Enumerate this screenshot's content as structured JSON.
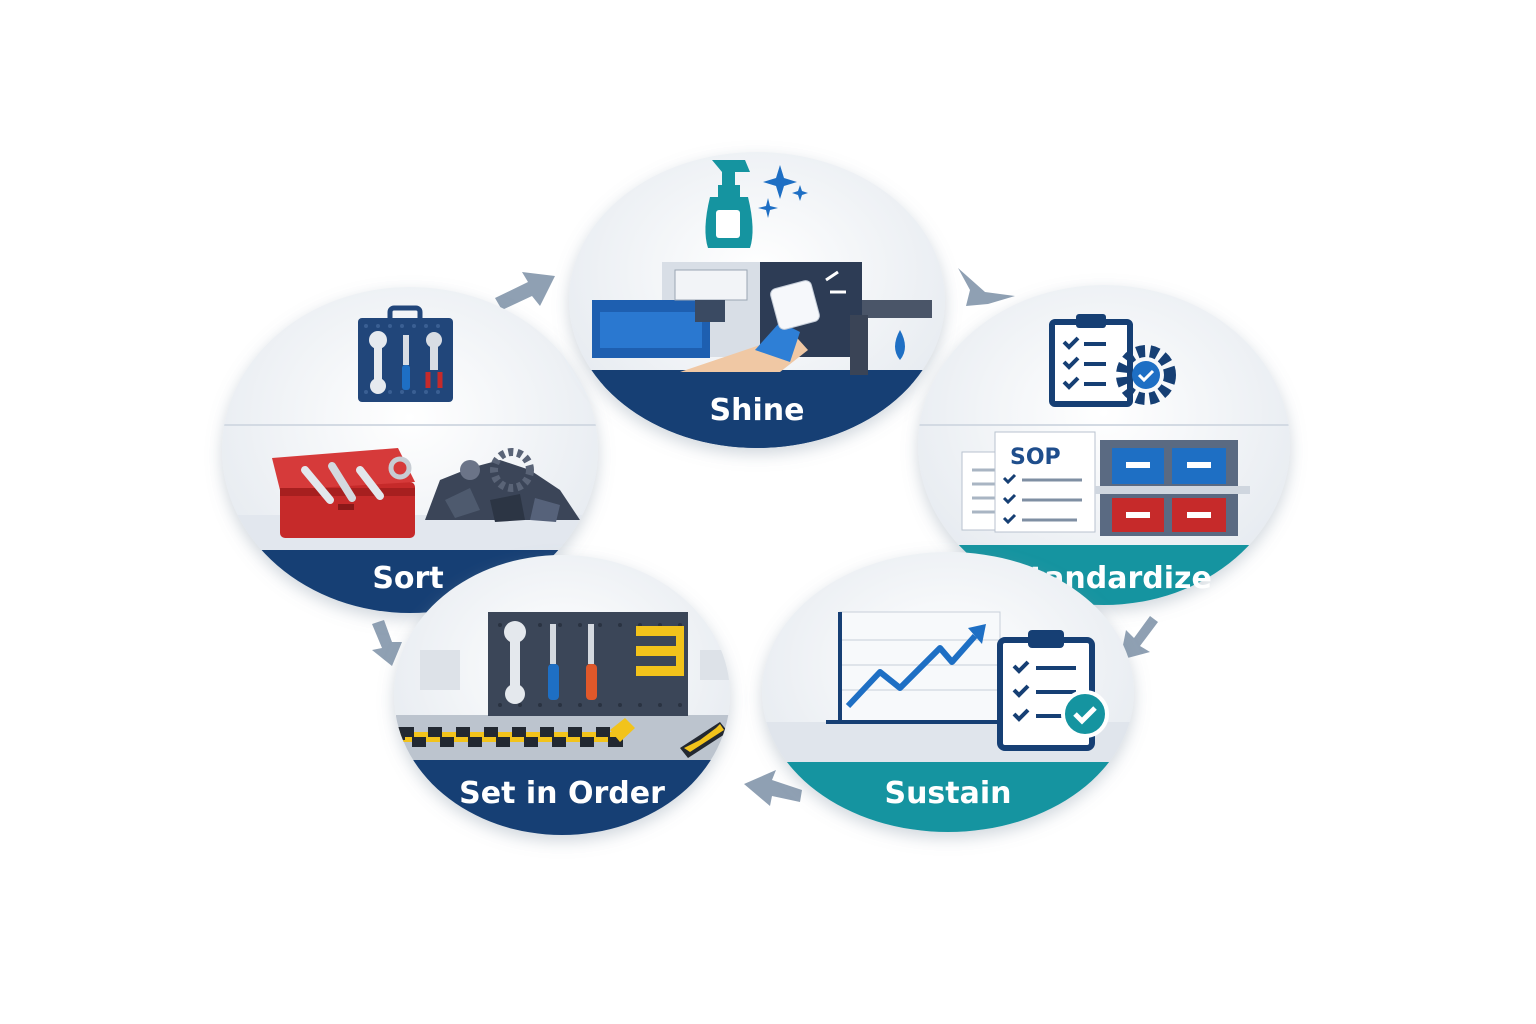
{
  "stages": {
    "sort": {
      "label": "Sort",
      "band_color": "#163f74"
    },
    "shine": {
      "label": "Shine",
      "band_color": "#163f74"
    },
    "standardize": {
      "label": "Standardize",
      "band_color": "#1594a0"
    },
    "sustain": {
      "label": "Sustain",
      "band_color": "#1594a0"
    },
    "set_in_order": {
      "label": "Set in Order",
      "band_color": "#163f74"
    }
  },
  "sop_doc": {
    "title": "SOP"
  },
  "icons": [
    "pegboard-tools-icon",
    "red-toolbox-icon",
    "scrap-pile-icon",
    "spray-bottle-icon",
    "sparkle-icon",
    "wiping-hand-icon",
    "water-drop-icon",
    "checklist-gear-icon",
    "sop-document-icon",
    "storage-bins-icon",
    "rising-chart-icon",
    "clipboard-check-icon",
    "tool-board-icon",
    "hazard-tape-icon",
    "cycle-arrow-icon"
  ],
  "colors": {
    "navy": "#163f74",
    "teal": "#1594a0",
    "arrow": "#8fa0b3",
    "red": "#c62a2a",
    "blue": "#1e6fc4",
    "yellow": "#f2c31b"
  }
}
